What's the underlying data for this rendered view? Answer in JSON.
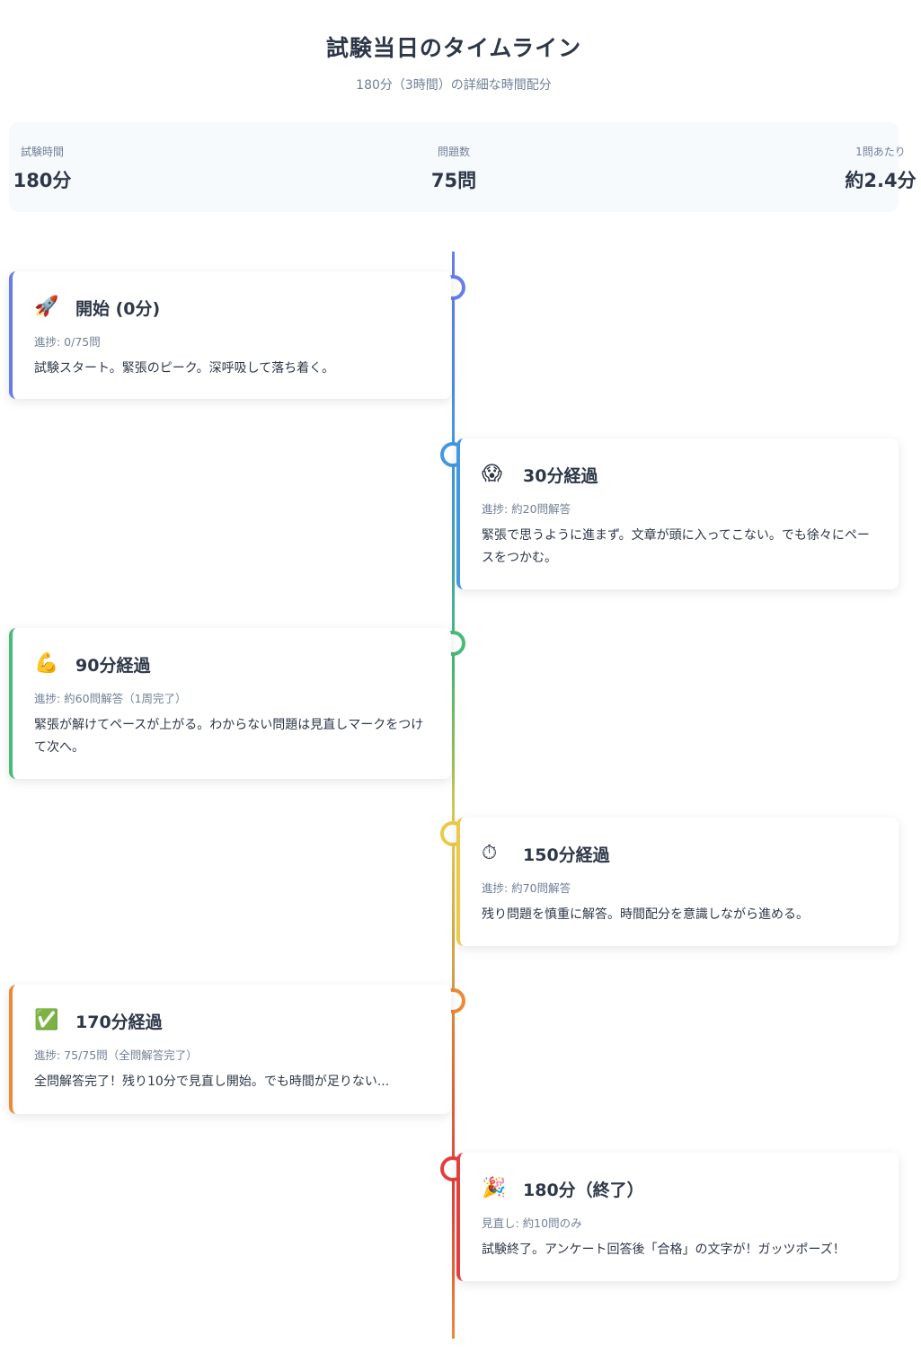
{
  "header": {
    "title": "試験当日のタイムライン",
    "subtitle": "180分（3時間）の詳細な時間配分"
  },
  "stats": [
    {
      "label": "試験時間",
      "value": "180分"
    },
    {
      "label": "問題数",
      "value": "75問"
    },
    {
      "label": "1問あたり",
      "value": "約2.4分"
    }
  ],
  "timeline": [
    {
      "icon": "rocket-icon",
      "emoji": "🚀",
      "title": "開始 (0分)",
      "progress": "進捗: 0/75問",
      "desc": "試験スタート。緊張のピーク。深呼吸して落ち着く。",
      "color": "#667eea"
    },
    {
      "icon": "fearful-face-icon",
      "emoji": "😱",
      "title": "30分経過",
      "progress": "進捗: 約20問解答",
      "desc": "緊張で思うように進まず。文章が頭に入ってこない。でも徐々にペースをつかむ。",
      "color": "#4299e1"
    },
    {
      "icon": "flexed-biceps-icon",
      "emoji": "💪",
      "title": "90分経過",
      "progress": "進捗: 約60問解答（1周完了）",
      "desc": "緊張が解けてペースが上がる。わからない問題は見直しマークをつけて次へ。",
      "color": "#48bb78"
    },
    {
      "icon": "stopwatch-icon",
      "emoji": "⏱",
      "title": "150分経過",
      "progress": "進捗: 約70問解答",
      "desc": "残り問題を慎重に解答。時間配分を意識しながら進める。",
      "color": "#ecc94b"
    },
    {
      "icon": "check-mark-icon",
      "emoji": "✅",
      "title": "170分経過",
      "progress": "進捗: 75/75問（全問解答完了）",
      "desc": "全問解答完了！残り10分で見直し開始。でも時間が足りない...",
      "color": "#ed8936"
    },
    {
      "icon": "party-popper-icon",
      "emoji": "🎉",
      "title": "180分（終了）",
      "progress": "見直し: 約10問のみ",
      "desc": "試験終了。アンケート回答後「合格」の文字が！ガッツポーズ！",
      "color": "#e53e3e"
    }
  ]
}
